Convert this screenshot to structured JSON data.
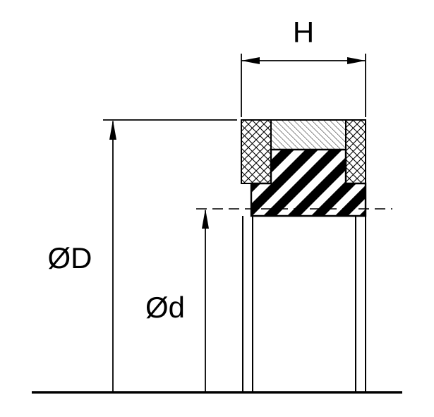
{
  "diagram": {
    "type": "seal-cross-section-technical-drawing",
    "background_color": "#ffffff",
    "line_color": "#000000",
    "dimensions": {
      "groove_width": {
        "label": "H"
      },
      "outer_diameter": {
        "label": "ØD"
      },
      "inner_diameter": {
        "label": "Ød"
      }
    },
    "sections": {
      "left_wall": {
        "hatch": "crosshatch"
      },
      "right_wall": {
        "hatch": "crosshatch"
      },
      "energizer": {
        "hatch": "fine-diagonal-hatch"
      },
      "seal_ring": {
        "hatch": "bold-diagonal-stripes"
      }
    }
  }
}
